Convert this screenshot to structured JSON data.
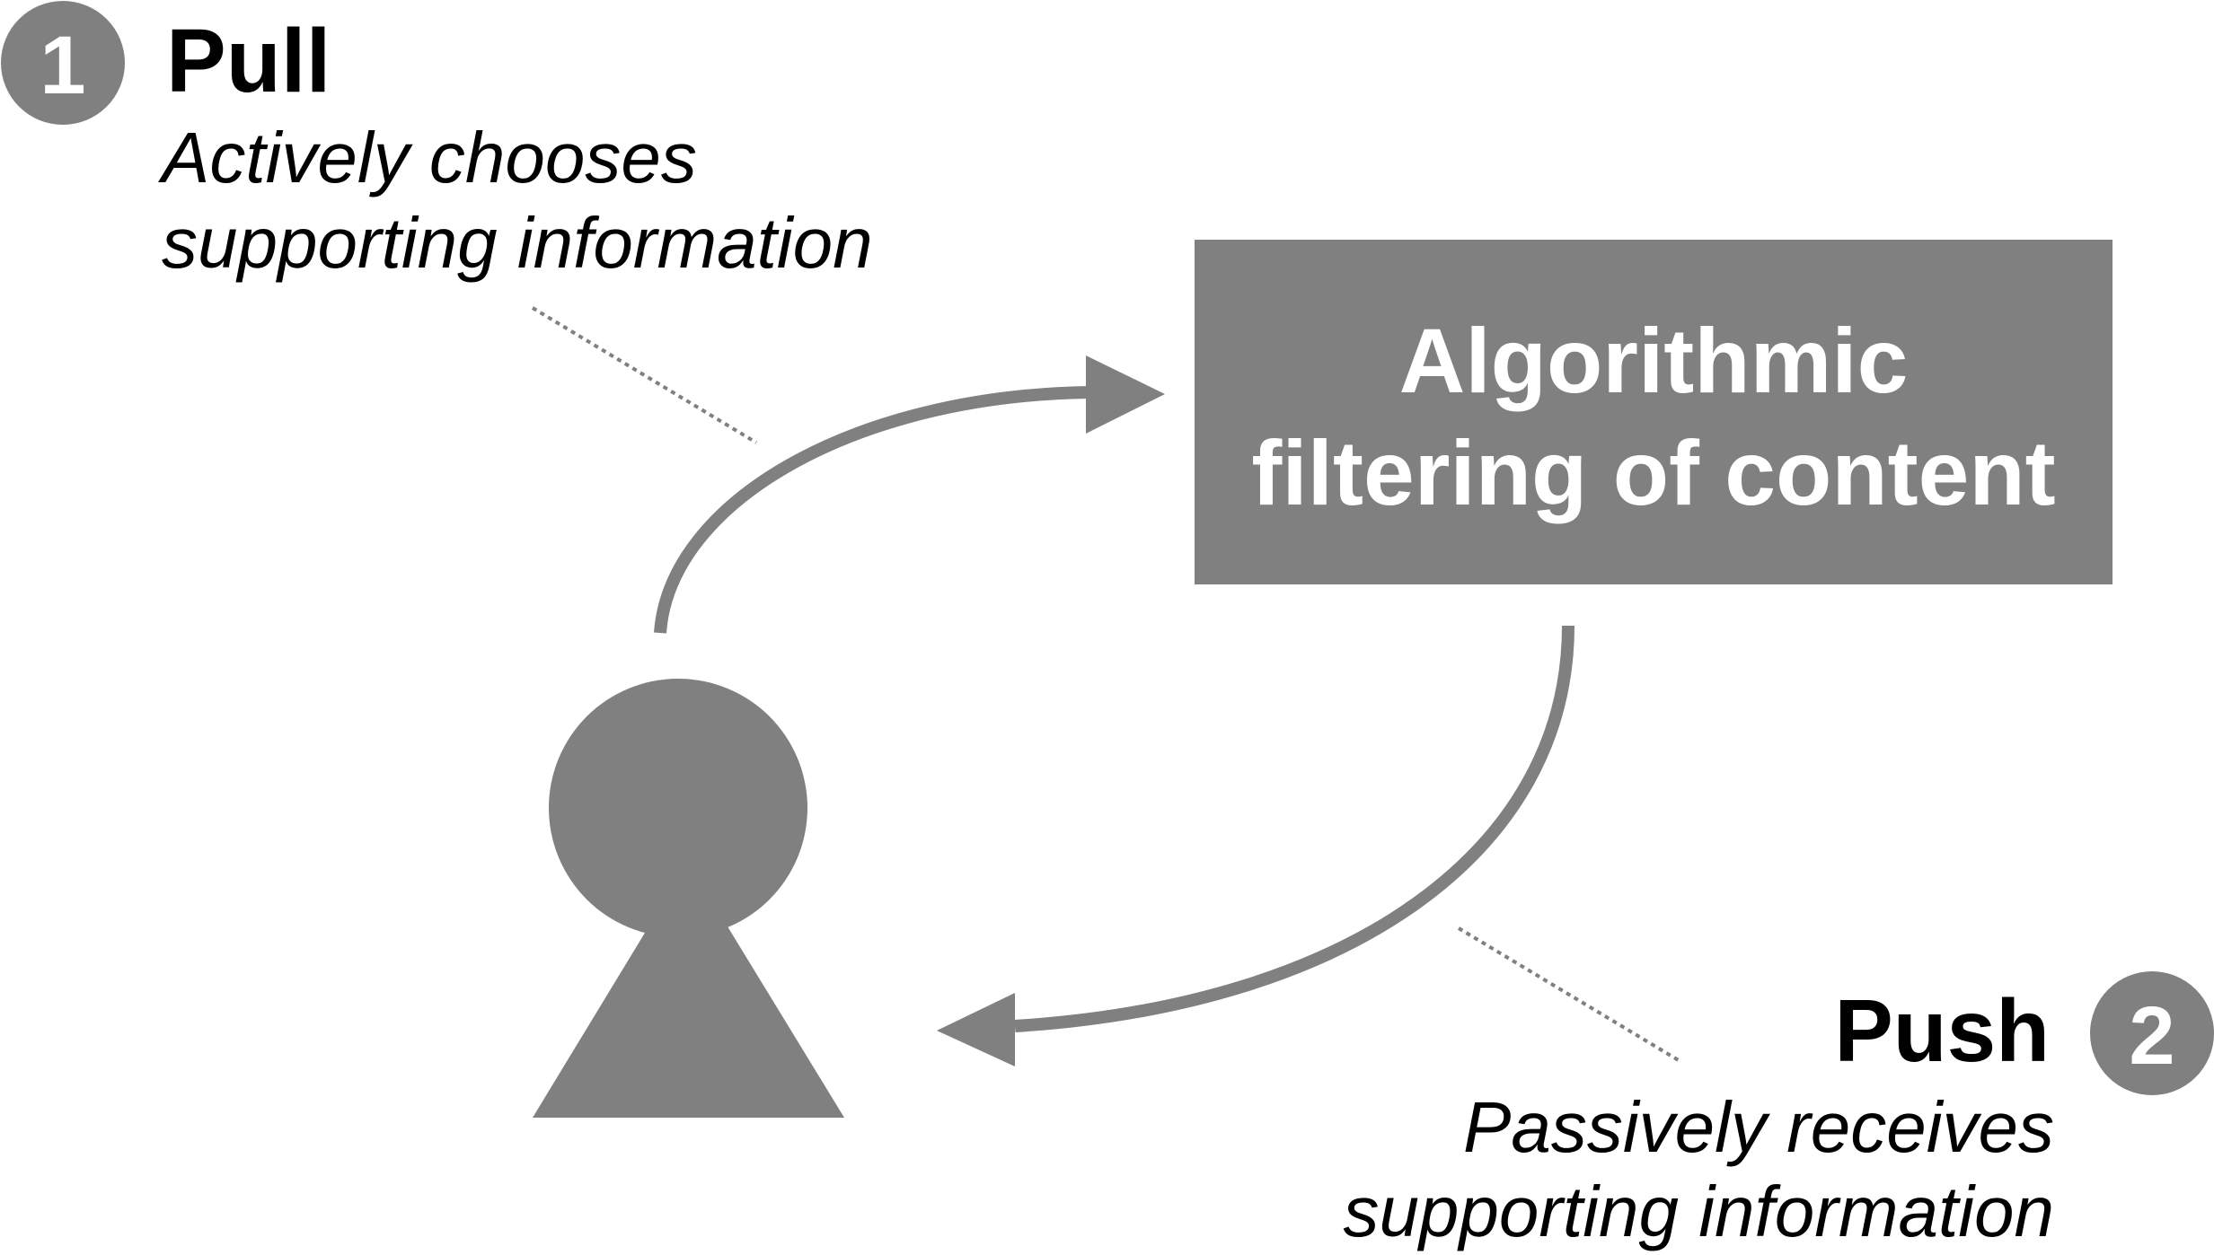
{
  "colors": {
    "shape_fill": "#808080",
    "text_dark": "#000000",
    "text_light": "#ffffff",
    "background": "#ffffff"
  },
  "pull": {
    "number": "1",
    "title": "Pull",
    "description_lines": [
      "Actively chooses",
      "supporting information"
    ]
  },
  "push": {
    "number": "2",
    "title": "Push",
    "description_lines": [
      "Passively receives",
      "supporting information"
    ]
  },
  "filter_box": {
    "lines": [
      "Algorithmic",
      "filtering of content"
    ]
  },
  "figure": {
    "person_icon": "person-icon",
    "arrows": [
      {
        "name": "pull-arrow",
        "from": "person",
        "to": "filter_box"
      },
      {
        "name": "push-arrow",
        "from": "filter_box",
        "to": "person"
      }
    ]
  }
}
